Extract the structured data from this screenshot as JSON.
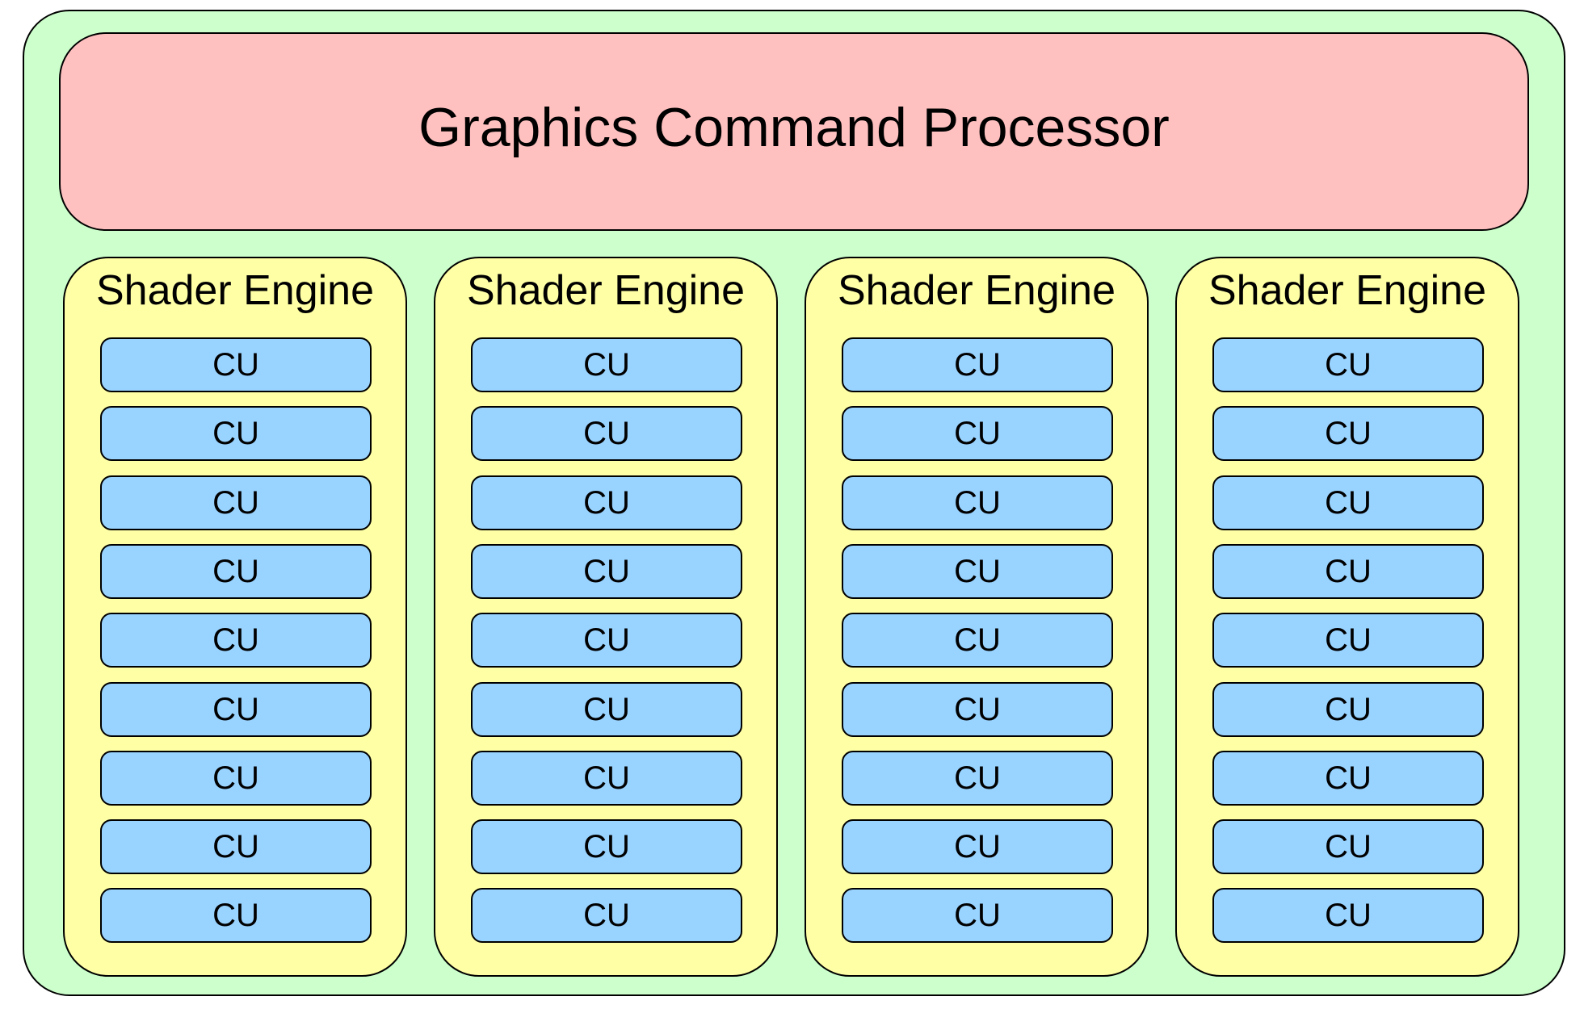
{
  "title": "Graphics Command Processor",
  "shader_engines": [
    {
      "label": "Shader Engine",
      "compute_units": [
        "CU",
        "CU",
        "CU",
        "CU",
        "CU",
        "CU",
        "CU",
        "CU",
        "CU"
      ]
    },
    {
      "label": "Shader Engine",
      "compute_units": [
        "CU",
        "CU",
        "CU",
        "CU",
        "CU",
        "CU",
        "CU",
        "CU",
        "CU"
      ]
    },
    {
      "label": "Shader Engine",
      "compute_units": [
        "CU",
        "CU",
        "CU",
        "CU",
        "CU",
        "CU",
        "CU",
        "CU",
        "CU"
      ]
    },
    {
      "label": "Shader Engine",
      "compute_units": [
        "CU",
        "CU",
        "CU",
        "CU",
        "CU",
        "CU",
        "CU",
        "CU",
        "CU"
      ]
    }
  ],
  "colors": {
    "gpu_background": "#ccffcc",
    "command_processor": "#ffc0c0",
    "shader_engine": "#ffffa6",
    "compute_unit": "#99d3ff",
    "outline": "#000000"
  }
}
